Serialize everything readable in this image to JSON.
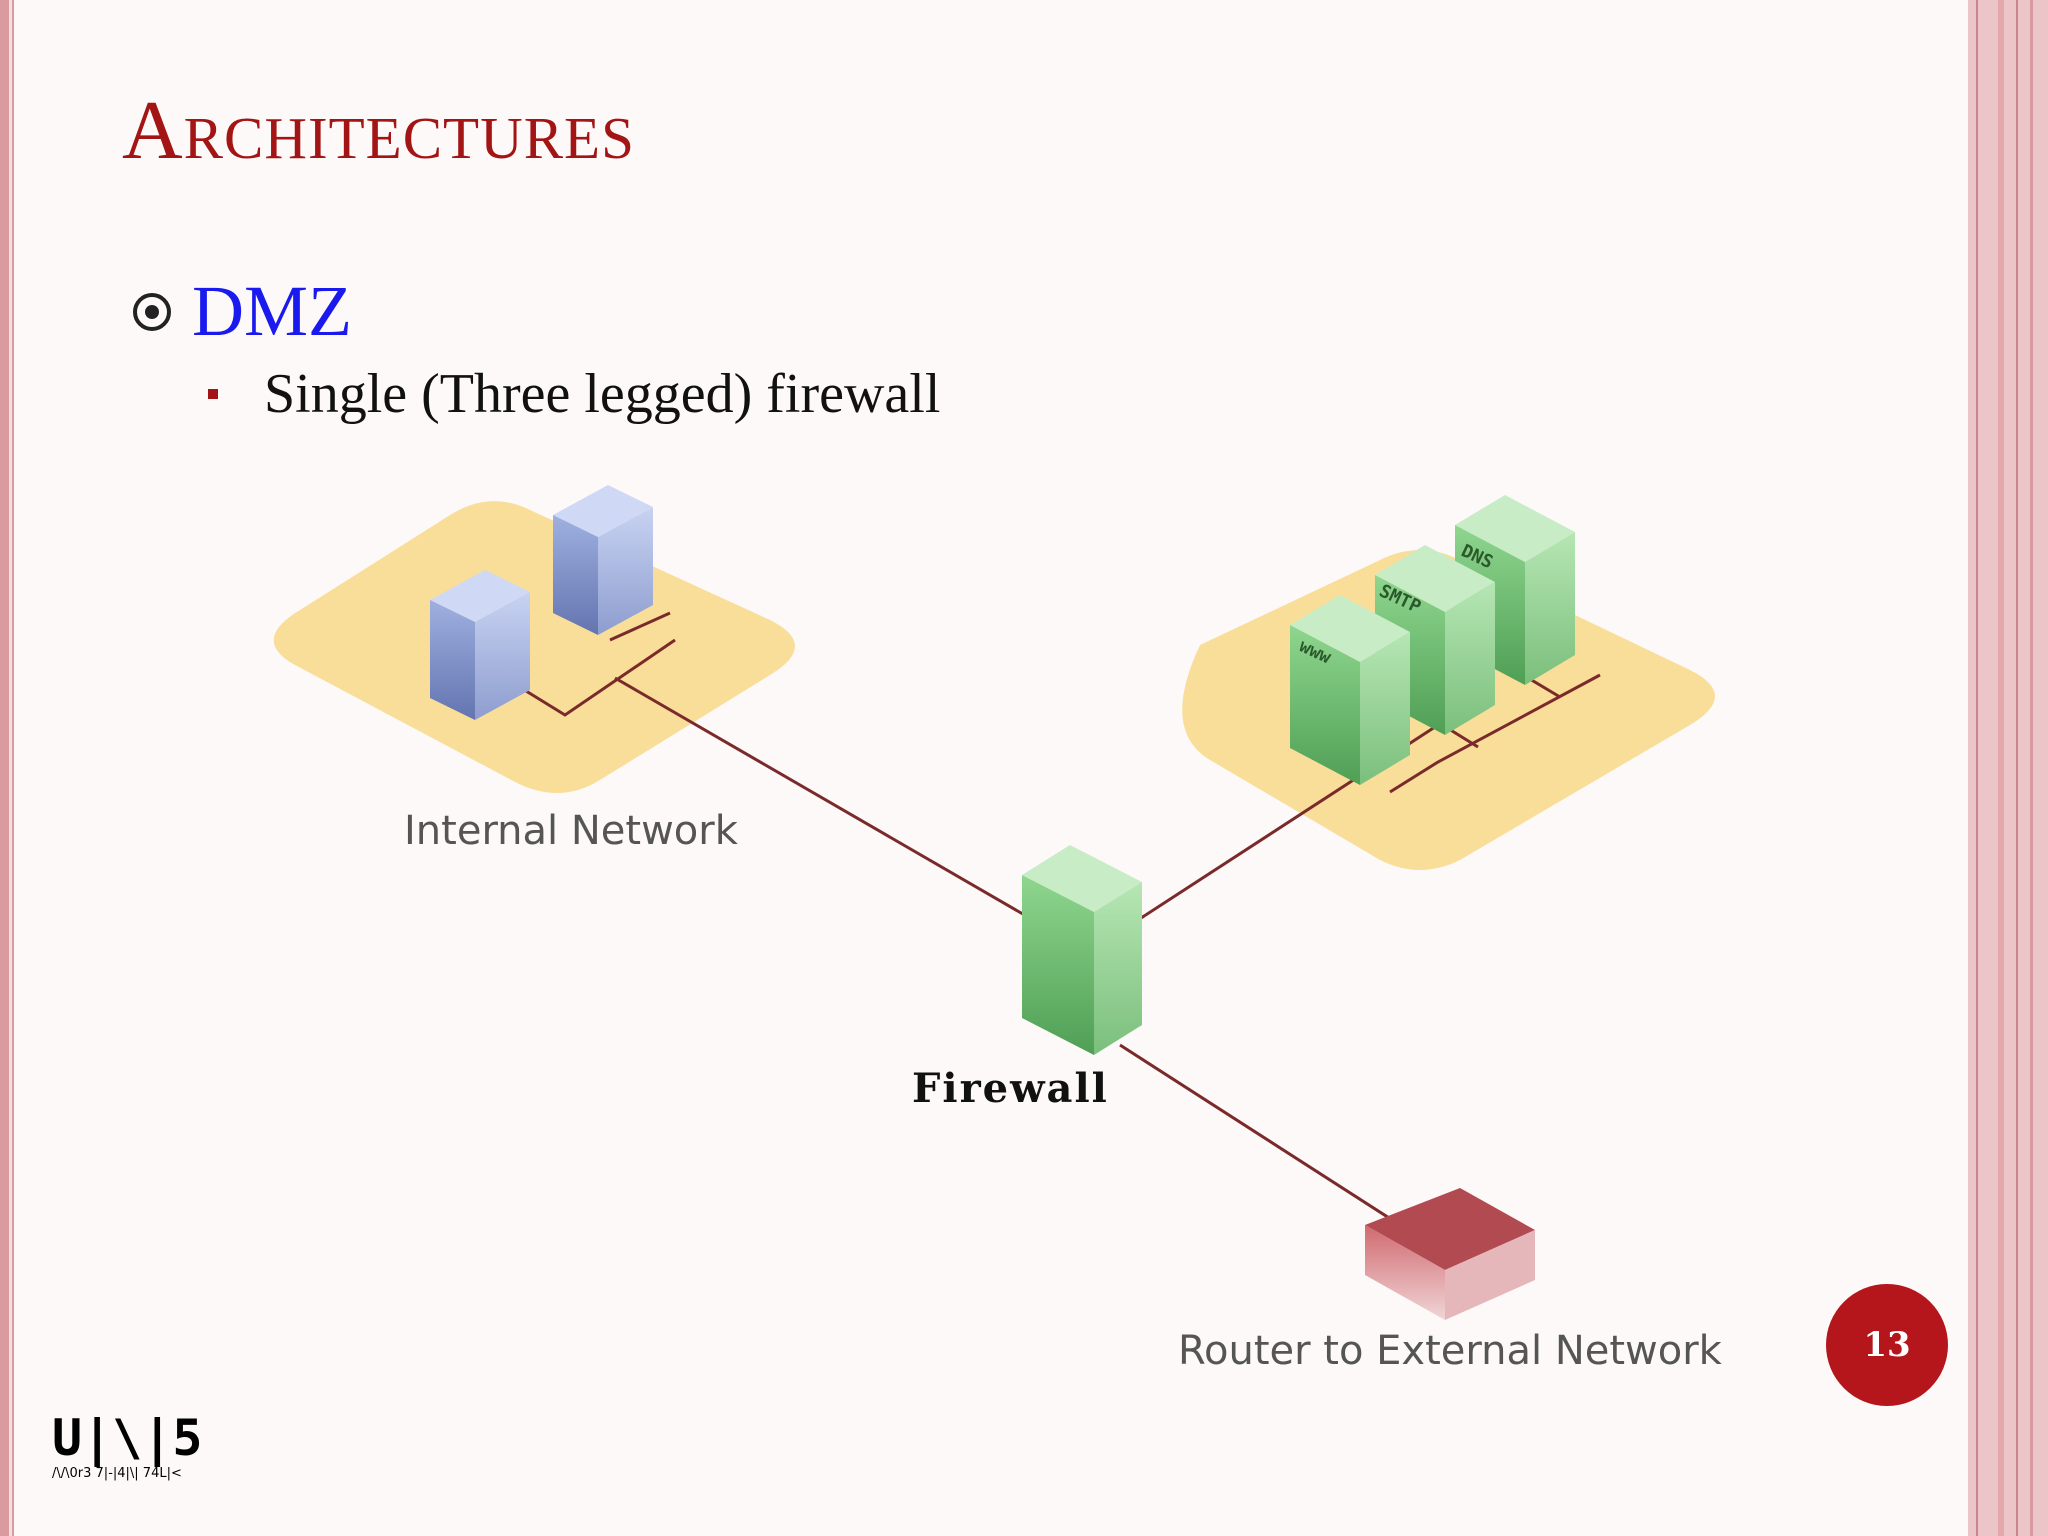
{
  "slide": {
    "title": "Architectures",
    "bullet": "DMZ",
    "sub_bullet": "Single (Three legged) firewall",
    "page_number": "13"
  },
  "diagram": {
    "internal_label": "Internal Network",
    "firewall_label": "Firewall",
    "router_label": "Router to External Network",
    "servers": [
      "www",
      "SMTP",
      "DNS"
    ]
  },
  "logo": {
    "main": "U|\\|5",
    "tagline": "/\\/\\0r3 7|-|4|\\| 74L|<"
  },
  "colors": {
    "title": "#a31515",
    "bullet": "#1a1aee",
    "link": "#7a2a2a",
    "zone": "#f8d98a",
    "server_green": "#7fc97f",
    "server_blue": "#8f9fcf",
    "router": "#c0595f"
  }
}
